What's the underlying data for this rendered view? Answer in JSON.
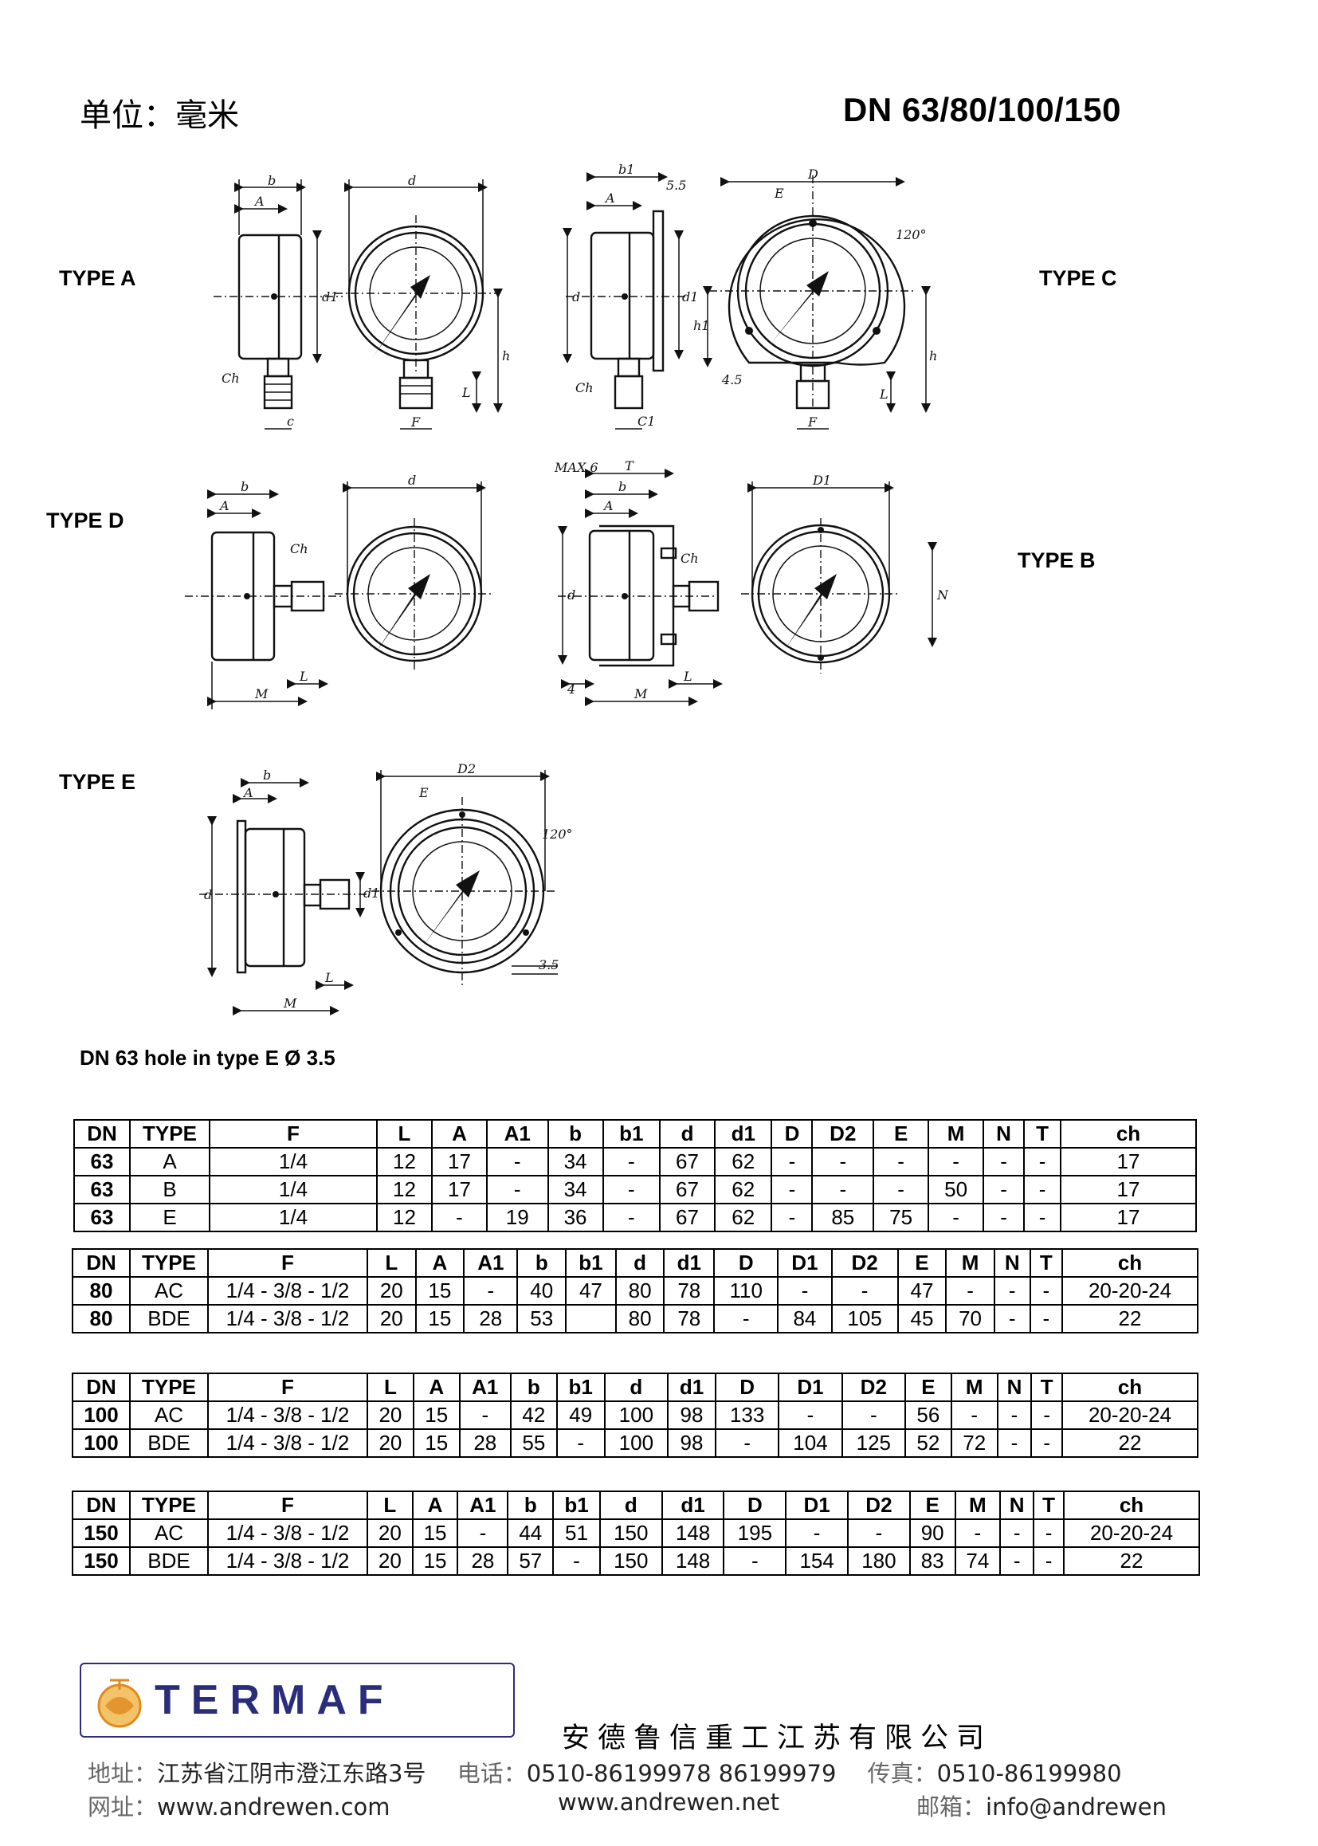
{
  "header": {
    "unit": "单位：毫米",
    "series": "DN 63/80/100/150"
  },
  "type_labels": {
    "a": "TYPE A",
    "c": "TYPE  C",
    "d": "TYPE  D",
    "b": "TYPE  B",
    "e": "TYPE E"
  },
  "dim_labels": {
    "b": "b",
    "A": "A",
    "d": "d",
    "d1": "d1",
    "ch": "Ch",
    "c": "c",
    "F": "F",
    "L": "L",
    "h": "h",
    "b1": "b1",
    "s55": "5.5",
    "D": "D",
    "E": "E",
    "deg120": "120°",
    "h1": "h1",
    "c1": "C1",
    "s45": "4.5",
    "M": "M",
    "max6": "MAX 6",
    "T": "T",
    "four": "4",
    "D1": "D1",
    "N": "N",
    "D2": "D2",
    "s35": "3.5"
  },
  "note": "DN 63 hole in type E Ø 3.5",
  "tables": [
    {
      "headers": [
        "DN",
        "TYPE",
        "F",
        "L",
        "A",
        "A1",
        "b",
        "b1",
        "d",
        "d1",
        "D",
        "D2",
        "E",
        "M",
        "N",
        "T",
        "ch"
      ],
      "rows": [
        [
          "63",
          "A",
          "1/4",
          "12",
          "17",
          "-",
          "34",
          "-",
          "67",
          "62",
          "-",
          "-",
          "-",
          "-",
          "-",
          "-",
          "17"
        ],
        [
          "63",
          "B",
          "1/4",
          "12",
          "17",
          "-",
          "34",
          "-",
          "67",
          "62",
          "-",
          "-",
          "-",
          "50",
          "-",
          "-",
          "17"
        ],
        [
          "63",
          "E",
          "1/4",
          "12",
          "-",
          "19",
          "36",
          "-",
          "67",
          "62",
          "-",
          "85",
          "75",
          "-",
          "-",
          "-",
          "17"
        ]
      ]
    },
    {
      "headers": [
        "DN",
        "TYPE",
        "F",
        "L",
        "A",
        "A1",
        "b",
        "b1",
        "d",
        "d1",
        "D",
        "D1",
        "D2",
        "E",
        "M",
        "N",
        "T",
        "ch"
      ],
      "rows": [
        [
          "80",
          "AC",
          "1/4 - 3/8 - 1/2",
          "20",
          "15",
          "-",
          "40",
          "47",
          "80",
          "78",
          "110",
          "-",
          "-",
          "47",
          "-",
          "-",
          "-",
          "20-20-24"
        ],
        [
          "80",
          "BDE",
          "1/4 - 3/8 - 1/2",
          "20",
          "15",
          "28",
          "53",
          "",
          "80",
          "78",
          "-",
          "84",
          "105",
          "45",
          "70",
          "-",
          "-",
          "22"
        ]
      ]
    },
    {
      "headers": [
        "DN",
        "TYPE",
        "F",
        "L",
        "A",
        "A1",
        "b",
        "b1",
        "d",
        "d1",
        "D",
        "D1",
        "D2",
        "E",
        "M",
        "N",
        "T",
        "ch"
      ],
      "rows": [
        [
          "100",
          "AC",
          "1/4 - 3/8 - 1/2",
          "20",
          "15",
          "-",
          "42",
          "49",
          "100",
          "98",
          "133",
          "-",
          "-",
          "56",
          "-",
          "-",
          "-",
          "20-20-24"
        ],
        [
          "100",
          "BDE",
          "1/4 - 3/8 - 1/2",
          "20",
          "15",
          "28",
          "55",
          "-",
          "100",
          "98",
          "-",
          "104",
          "125",
          "52",
          "72",
          "-",
          "-",
          "22"
        ]
      ]
    },
    {
      "headers": [
        "DN",
        "TYPE",
        "F",
        "L",
        "A",
        "A1",
        "b",
        "b1",
        "d",
        "d1",
        "D",
        "D1",
        "D2",
        "E",
        "M",
        "N",
        "T",
        "ch"
      ],
      "rows": [
        [
          "150",
          "AC",
          "1/4 - 3/8 - 1/2",
          "20",
          "15",
          "-",
          "44",
          "51",
          "150",
          "148",
          "195",
          "-",
          "-",
          "90",
          "-",
          "-",
          "-",
          "20-20-24"
        ],
        [
          "150",
          "BDE",
          "1/4 - 3/8 - 1/2",
          "20",
          "15",
          "28",
          "57",
          "-",
          "150",
          "148",
          "-",
          "154",
          "180",
          "83",
          "74",
          "-",
          "-",
          "22"
        ]
      ]
    }
  ],
  "footer": {
    "logo_text": "TERMAF",
    "brand_color": "#2a2d7a",
    "accent_color": "#e08a1e",
    "company": "安德鲁信重工江苏有限公司",
    "address_label": "地址：",
    "address": "江苏省江阴市澄江东路3号",
    "phone_label": "电话：",
    "phone": "0510-86199978  86199979",
    "fax_label": "传真：",
    "fax": "0510-86199980",
    "web_label": "网址：",
    "web1": "www.andrewen.com",
    "web2": "www.andrewen.net",
    "email_label": "邮箱：",
    "email": "info@andrewen"
  }
}
